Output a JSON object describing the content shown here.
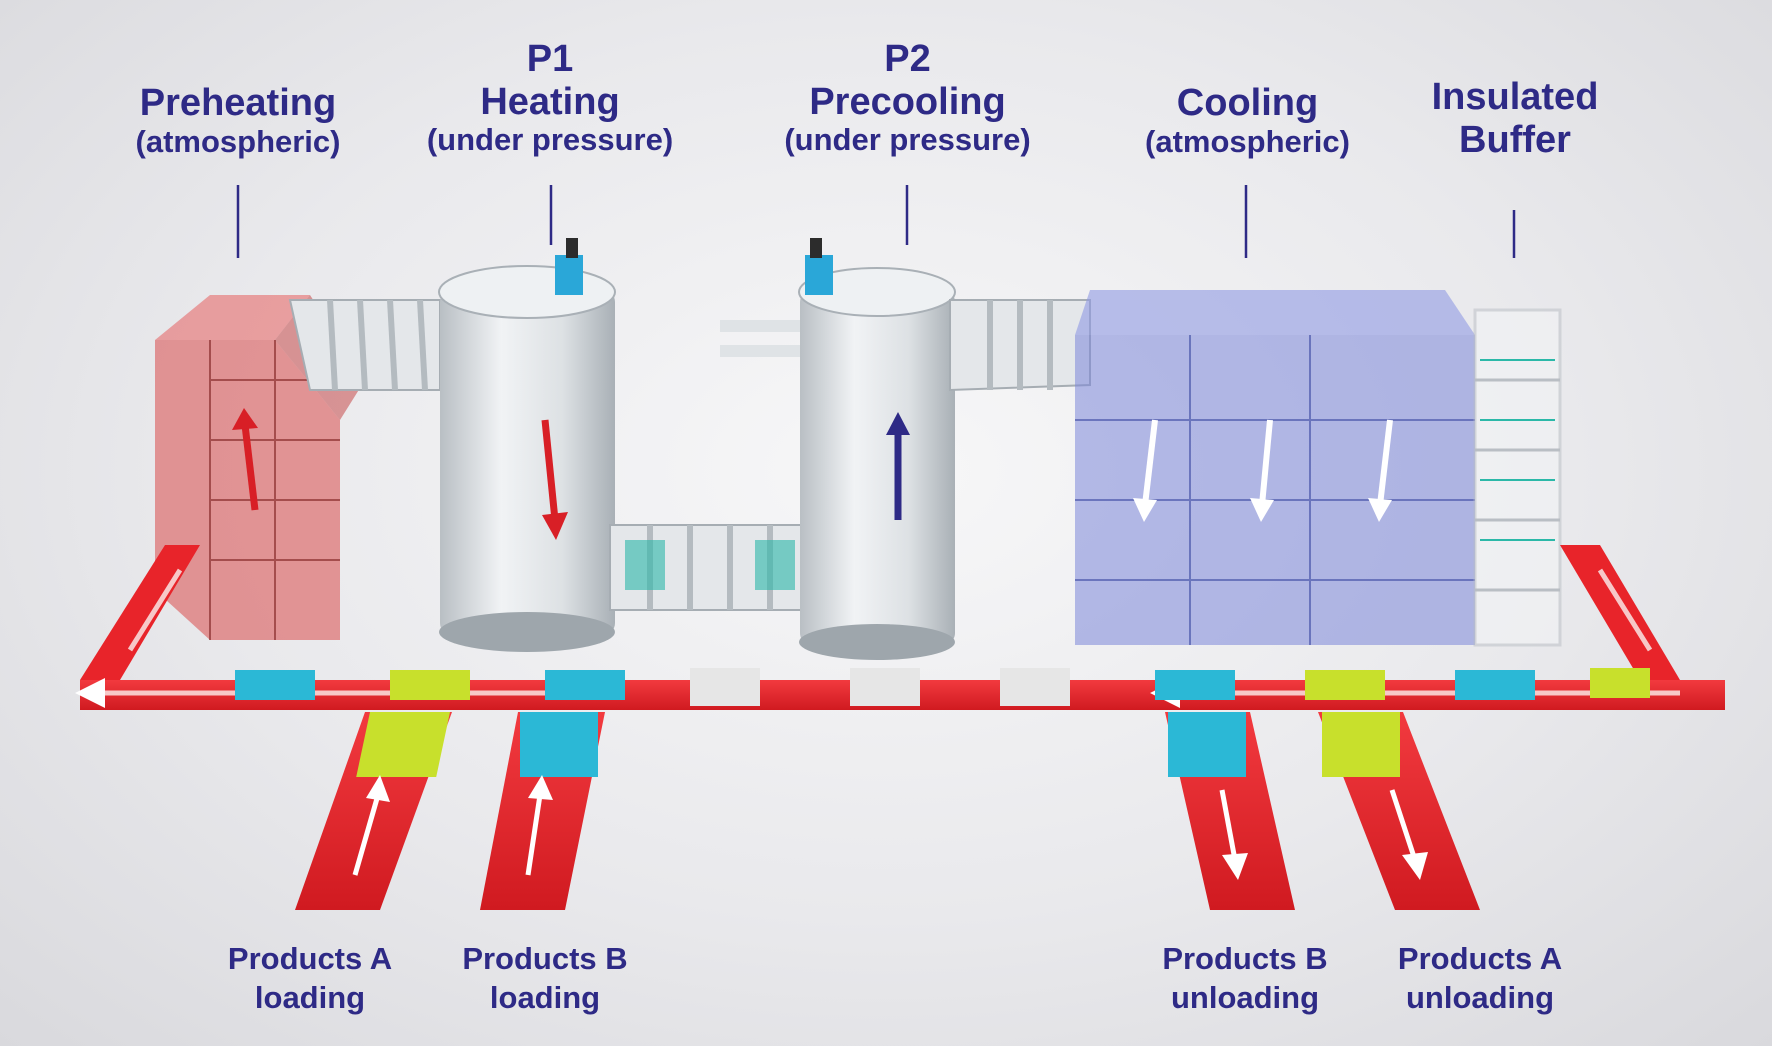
{
  "stations": [
    {
      "key": "preheating",
      "lines": [
        "Preheating"
      ],
      "sub": "(atmospheric)"
    },
    {
      "key": "p1",
      "lines": [
        "P1",
        "Heating"
      ],
      "sub": "(under pressure)"
    },
    {
      "key": "p2",
      "lines": [
        "P2",
        "Precooling"
      ],
      "sub": "(under pressure)"
    },
    {
      "key": "cooling",
      "lines": [
        "Cooling"
      ],
      "sub": "(atmospheric)"
    },
    {
      "key": "buffer",
      "lines": [
        "Insulated",
        "Buffer"
      ],
      "sub": ""
    }
  ],
  "belts": [
    {
      "key": "a_loading",
      "line1": "Products A",
      "line2": "loading",
      "direction": "in",
      "product": "A"
    },
    {
      "key": "b_loading",
      "line1": "Products B",
      "line2": "loading",
      "direction": "in",
      "product": "B"
    },
    {
      "key": "b_unloading",
      "line1": "Products B",
      "line2": "unloading",
      "direction": "out",
      "product": "B"
    },
    {
      "key": "a_unloading",
      "line1": "Products A",
      "line2": "unloading",
      "direction": "out",
      "product": "A"
    }
  ],
  "colors": {
    "label_text": "#2e2a86",
    "conveyor": "#e8242a",
    "preheat_glass": "#e84040",
    "cooling_glass": "#6a78d8",
    "vessel": "#dfe3e6",
    "product_a": "#c8e02c",
    "product_b": "#2bb8d6",
    "heating_arrow": "#d81f26",
    "precooling_arrow": "#2e2a86"
  }
}
